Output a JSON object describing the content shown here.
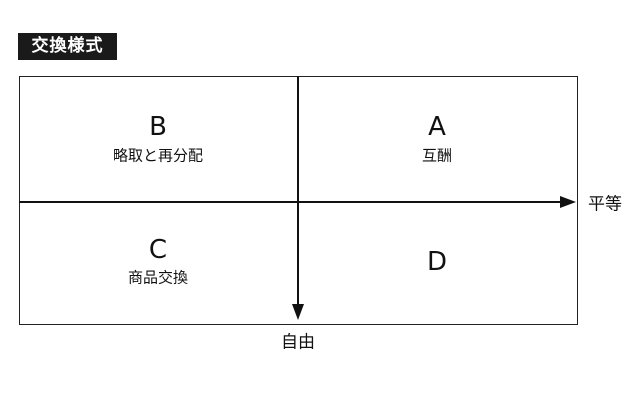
{
  "title": "交換様式",
  "axes": {
    "x": "平等",
    "y": "自由"
  },
  "quadrants": {
    "top_left": {
      "letter": "B",
      "label": "略取と再分配"
    },
    "top_right": {
      "letter": "A",
      "label": "互酬"
    },
    "bottom_left": {
      "letter": "C",
      "label": "商品交換"
    },
    "bottom_right": {
      "letter": "D"
    }
  }
}
